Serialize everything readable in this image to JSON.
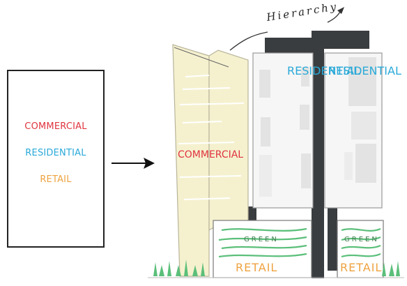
{
  "legend": {
    "commercial": "COMMERCIAL",
    "residential": "RESIDENTIAL",
    "retail": "RETAIL"
  },
  "building": {
    "hierarchy": "Hierarchy",
    "commercial": "COMMERCIAL",
    "residential_left": "RESIDENTIAL",
    "residential_right": "RESIDENTIAL",
    "green_left": "GREEN",
    "green_right": "GREEN",
    "retail_left": "RETAIL",
    "retail_right": "RETAIL"
  },
  "colors": {
    "commercial": "#e0343e",
    "residential": "#2aa9d8",
    "retail": "#eea340",
    "green_wave": "#5bbf7a",
    "tower": "#3a3d40",
    "commercial_fill": "#f5f1cf"
  }
}
